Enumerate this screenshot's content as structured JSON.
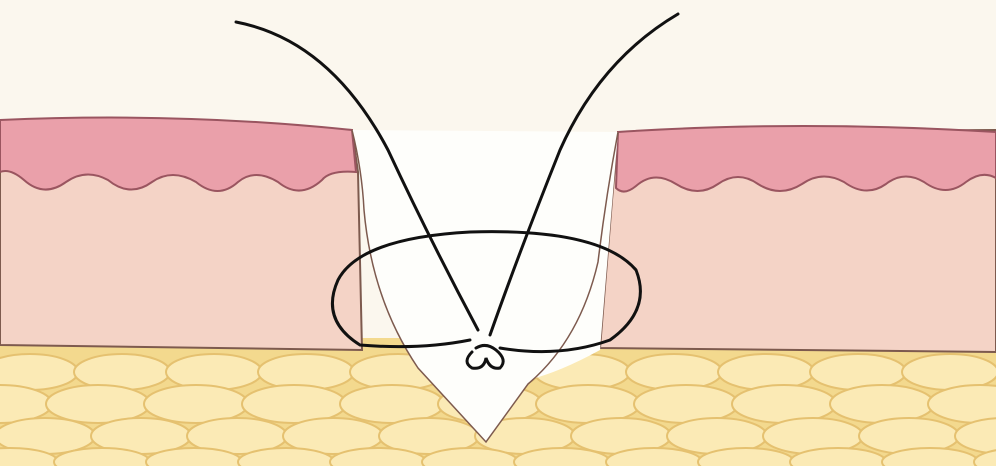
{
  "colors": {
    "background": "#fbf7ee",
    "epidermis": "#eaa0aa",
    "epidermis_edge": "#9a5560",
    "dermis": "#f4d3c6",
    "dermis_edge": "#7d5a4e",
    "fat_background": "#f3d98e",
    "fat_lobule": "#fbeab5",
    "fat_lobule_edge": "#e5c170",
    "wound_gap": "#fefefb",
    "suture": "#111111"
  },
  "layers": [
    {
      "key": "epidermis",
      "icon": "epidermis-layer"
    },
    {
      "key": "dermis",
      "icon": "dermis-layer"
    },
    {
      "key": "subcutaneous_fat",
      "icon": "fat-layer"
    }
  ],
  "suture": {
    "type": "vertical-loop-with-knot",
    "icon": "suture-thread"
  }
}
